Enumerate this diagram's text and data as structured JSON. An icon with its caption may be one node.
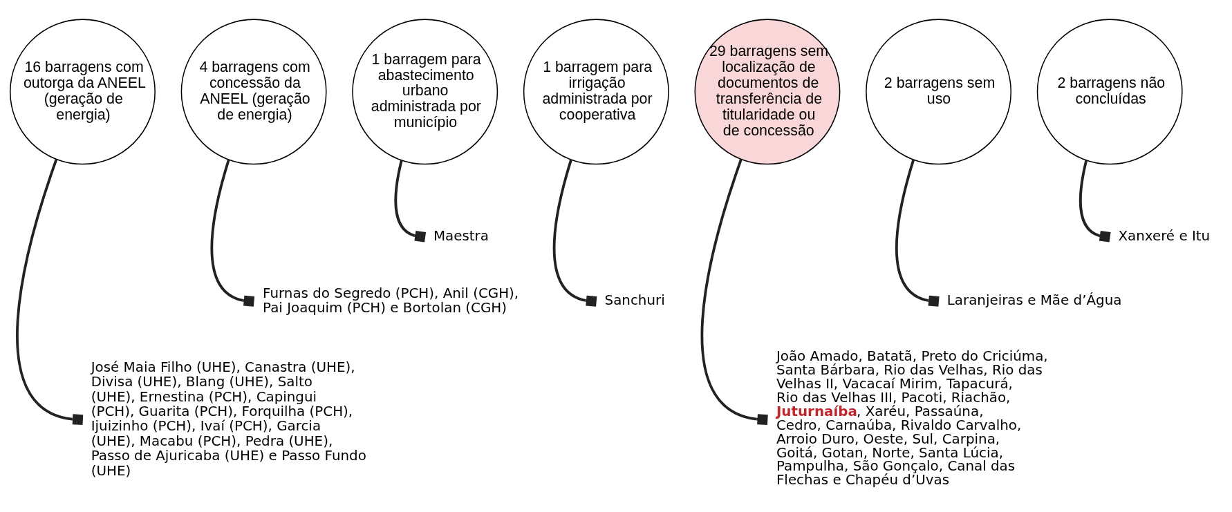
{
  "diagram": {
    "nodes": [
      {
        "text": [
          "16 barragens com outorga da ANEEL (geração de energia)"
        ]
      },
      {
        "text": [
          "4 barragens com concessão da ANEEL (geração de energia)"
        ]
      },
      {
        "text": [
          "1 barragem para abastecimento urbano administrada por município"
        ]
      },
      {
        "text": [
          "1 barragem para irrigação administrada por cooperativa"
        ]
      },
      {
        "text": [
          "29 barragens sem localização de documentos de transferência de titularidade ou de concessão"
        ]
      },
      {
        "text": [
          "2 barragens sem uso"
        ]
      },
      {
        "text": [
          "2 barragens não concluídas"
        ]
      },
      {
        "text": [
          "José Maia Filho (UHE), Canastra (UHE), Divisa (UHE), Blang (UHE), Salto (UHE), Ernestina (PCH), Capingui (PCH), Guarita (PCH), Forquilha (PCH), Ijuizinho (PCH), Ivaí (PCH), Garcia (UHE), Macabu (PCH), Pedra (UHE), Passo de Ajuricaba (UHE) e Passo Fundo (UHE)"
        ]
      },
      {
        "text": [
          "Furnas do Segredo (PCH), Anil (CGH), Pai Joaquim (PCH) e Bortolan (CGH)"
        ]
      },
      {
        "text": [
          "Maestra"
        ]
      },
      {
        "text": [
          "Sanchuri"
        ]
      },
      {
        "text": [
          "João Amado, Batatã, Preto do Criciúma, Santa Bárbara, Rio das Velhas, Rio das Velhas II, Vacacaí Mirim, Tapacurá, Rio das Velhas III, Pacoti, Riachão, **Juturnaíba**, Xaréu, Passaúna, Cedro, Carnaúba, Rivaldo Carvalho, Arroio Duro, Oeste, Sul, Carpina, Goitá, Gotan, Norte, Santa Lúcia, Pampulha, São Gonçalo, Canal das Flechas e Chapéu d’Uvas"
        ]
      },
      {
        "text": [
          "Laranjeiras e Mãe d’Água"
        ]
      },
      {
        "text": [
          "Xanxeré e Itu"
        ]
      }
    ],
    "edges": [
      {
        "from": 0,
        "to": 7,
        "arrow": "to"
      },
      {
        "from": 1,
        "to": 8,
        "arrow": "to"
      },
      {
        "from": 2,
        "to": 9,
        "arrow": "to"
      },
      {
        "from": 3,
        "to": 10,
        "arrow": "to"
      },
      {
        "from": 4,
        "to": 11,
        "arrow": "to"
      },
      {
        "from": 5,
        "to": 12,
        "arrow": "to"
      },
      {
        "from": 6,
        "to": 13,
        "arrow": "to"
      }
    ]
  }
}
